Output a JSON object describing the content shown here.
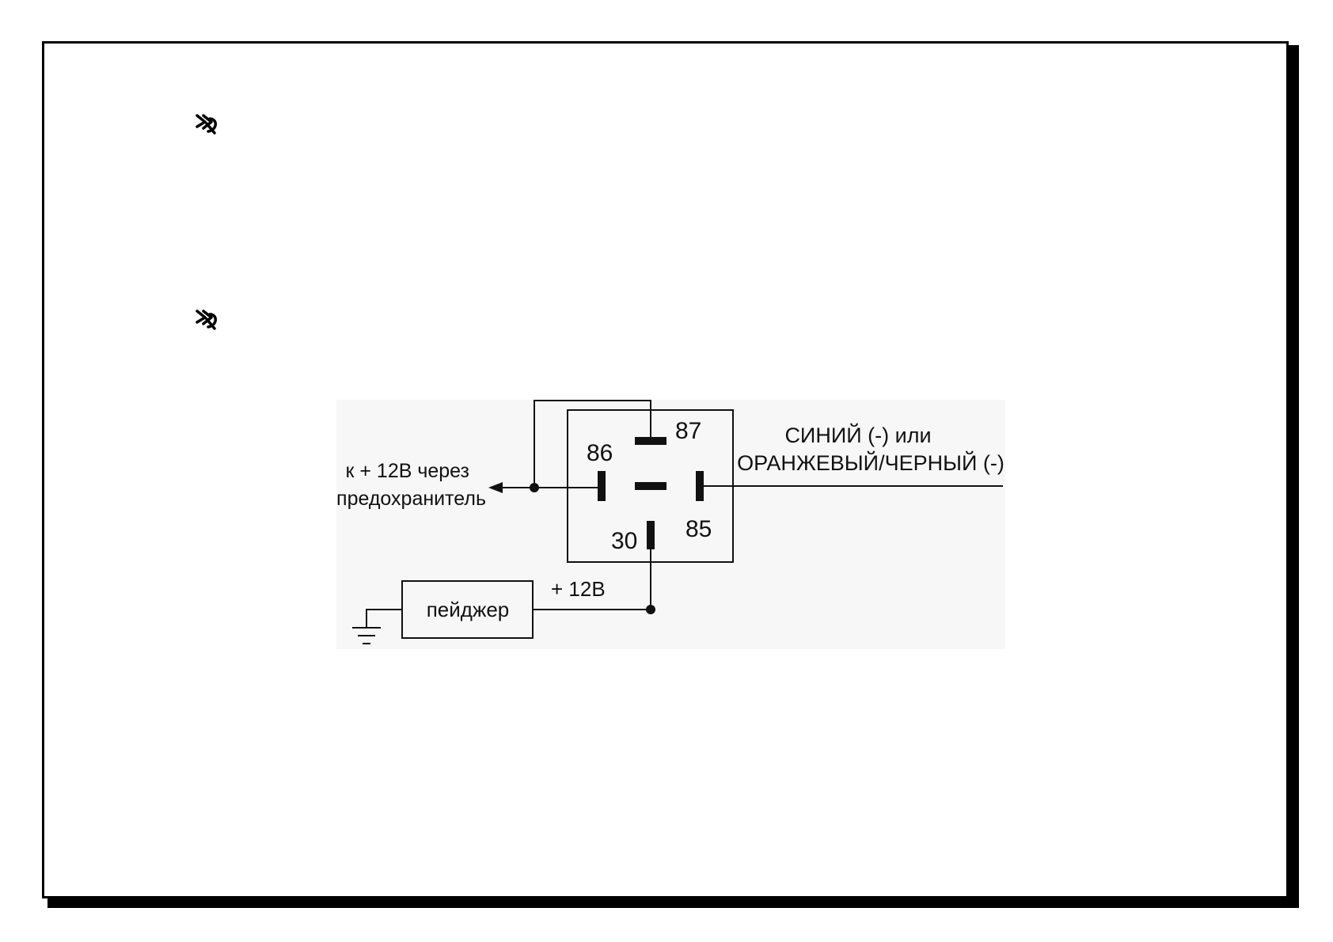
{
  "colors": {
    "ink": "#111111",
    "frame": "#000000",
    "diagram_bg": "#f7f7f7"
  },
  "markers": [
    {
      "icon": "hand-pointer-icon"
    },
    {
      "icon": "hand-pointer-icon"
    }
  ],
  "diagram": {
    "relay": {
      "pins": {
        "p87": "87",
        "p86": "86",
        "p85": "85",
        "p30": "30"
      }
    },
    "left_label": {
      "line1": "к + 12В через",
      "line2": "предохранитель"
    },
    "right_label": {
      "line1": "СИНИЙ (-) или",
      "line2": "ОРАНЖЕВЫЙ/ЧЕРНЫЙ (-)"
    },
    "pager_label": "пейджер",
    "supply_label": "+ 12В"
  }
}
